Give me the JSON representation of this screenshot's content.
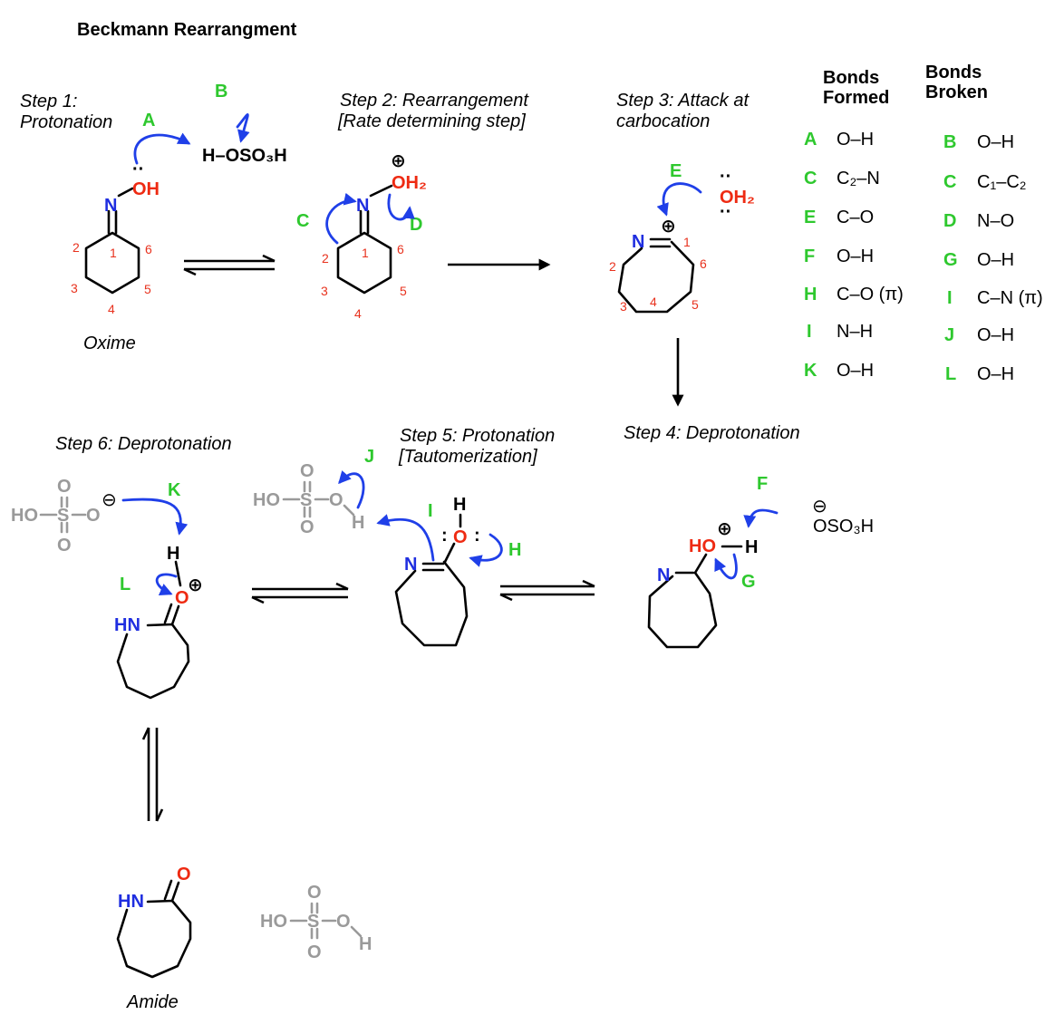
{
  "title": "Beckmann Rearrangment",
  "steps": {
    "s1a": "Step 1:",
    "s1b": "Protonation",
    "s2a": "Step 2: Rearrangement",
    "s2b": "[Rate determining step]",
    "s3a": "Step 3: Attack at",
    "s3b": "carbocation",
    "s4": "Step 4: Deprotonation",
    "s5a": "Step 5: Protonation",
    "s5b": "[Tautomerization]",
    "s6": "Step 6: Deprotonation"
  },
  "captions": {
    "oxime": "Oxime",
    "amide": "Amide"
  },
  "table": {
    "formed_h1": "Bonds",
    "formed_h2": "Formed",
    "broken_h1": "Bonds",
    "broken_h2": "Broken",
    "formed": [
      {
        "letter": "A",
        "bond": "O–H"
      },
      {
        "letter": "C",
        "bond": "C₂–N"
      },
      {
        "letter": "E",
        "bond": "C–O"
      },
      {
        "letter": "F",
        "bond": "O–H"
      },
      {
        "letter": "H",
        "bond": "C–O (π)"
      },
      {
        "letter": "I",
        "bond": "N–H"
      },
      {
        "letter": "K",
        "bond": "O–H"
      }
    ],
    "broken": [
      {
        "letter": "B",
        "bond": "O–H"
      },
      {
        "letter": "C",
        "bond": "C₁–C₂"
      },
      {
        "letter": "D",
        "bond": "N–O"
      },
      {
        "letter": "G",
        "bond": "O–H"
      },
      {
        "letter": "I",
        "bond": "C–N (π)"
      },
      {
        "letter": "J",
        "bond": "O–H"
      },
      {
        "letter": "L",
        "bond": "O–H"
      }
    ]
  },
  "labels": {
    "A": "A",
    "B": "B",
    "C": "C",
    "D": "D",
    "E": "E",
    "F": "F",
    "G": "G",
    "H": "H",
    "I": "I",
    "J": "J",
    "K": "K",
    "L": "L"
  },
  "atoms": {
    "N": "N",
    "OH": "OH",
    "HO": "HO",
    "O": "O",
    "H": "H",
    "HN": "HN",
    "OH2": "OH₂",
    "HOSO3H": "H–OSO₃H",
    "OSO3H": "OSO₃H",
    "S": "S",
    "HO_gray": "HO",
    "minus": "⊖",
    "plus": "⊕",
    "pair": ":",
    "dots": "··"
  },
  "ring_numbers": [
    "1",
    "2",
    "3",
    "4",
    "5",
    "6"
  ],
  "colors": {
    "nitrogen": "#1f2ee0",
    "oxygen": "#ee2a12",
    "arrow": "#1f3fe8",
    "label": "#2ec82e",
    "locant": "#e8321e",
    "reagent": "#9a9a9a"
  }
}
